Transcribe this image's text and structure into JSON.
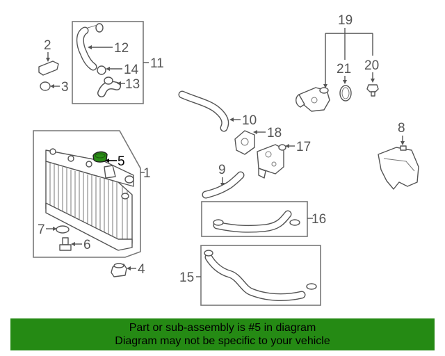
{
  "diagram": {
    "highlight_color": "#2a8c16",
    "line_color": "#555555",
    "callouts": {
      "c1": "1",
      "c2": "2",
      "c3": "3",
      "c4": "4",
      "c5": "5",
      "c6": "6",
      "c7": "7",
      "c8": "8",
      "c9": "9",
      "c10": "10",
      "c11": "11",
      "c12": "12",
      "c13": "13",
      "c14": "14",
      "c15": "15",
      "c16": "16",
      "c17": "17",
      "c18": "18",
      "c19": "19",
      "c20": "20",
      "c21": "21"
    }
  },
  "banner": {
    "background": "#258a14",
    "line1": "Part or sub-assembly is #5 in diagram",
    "line2": "Diagram may not be specific to your vehicle"
  }
}
